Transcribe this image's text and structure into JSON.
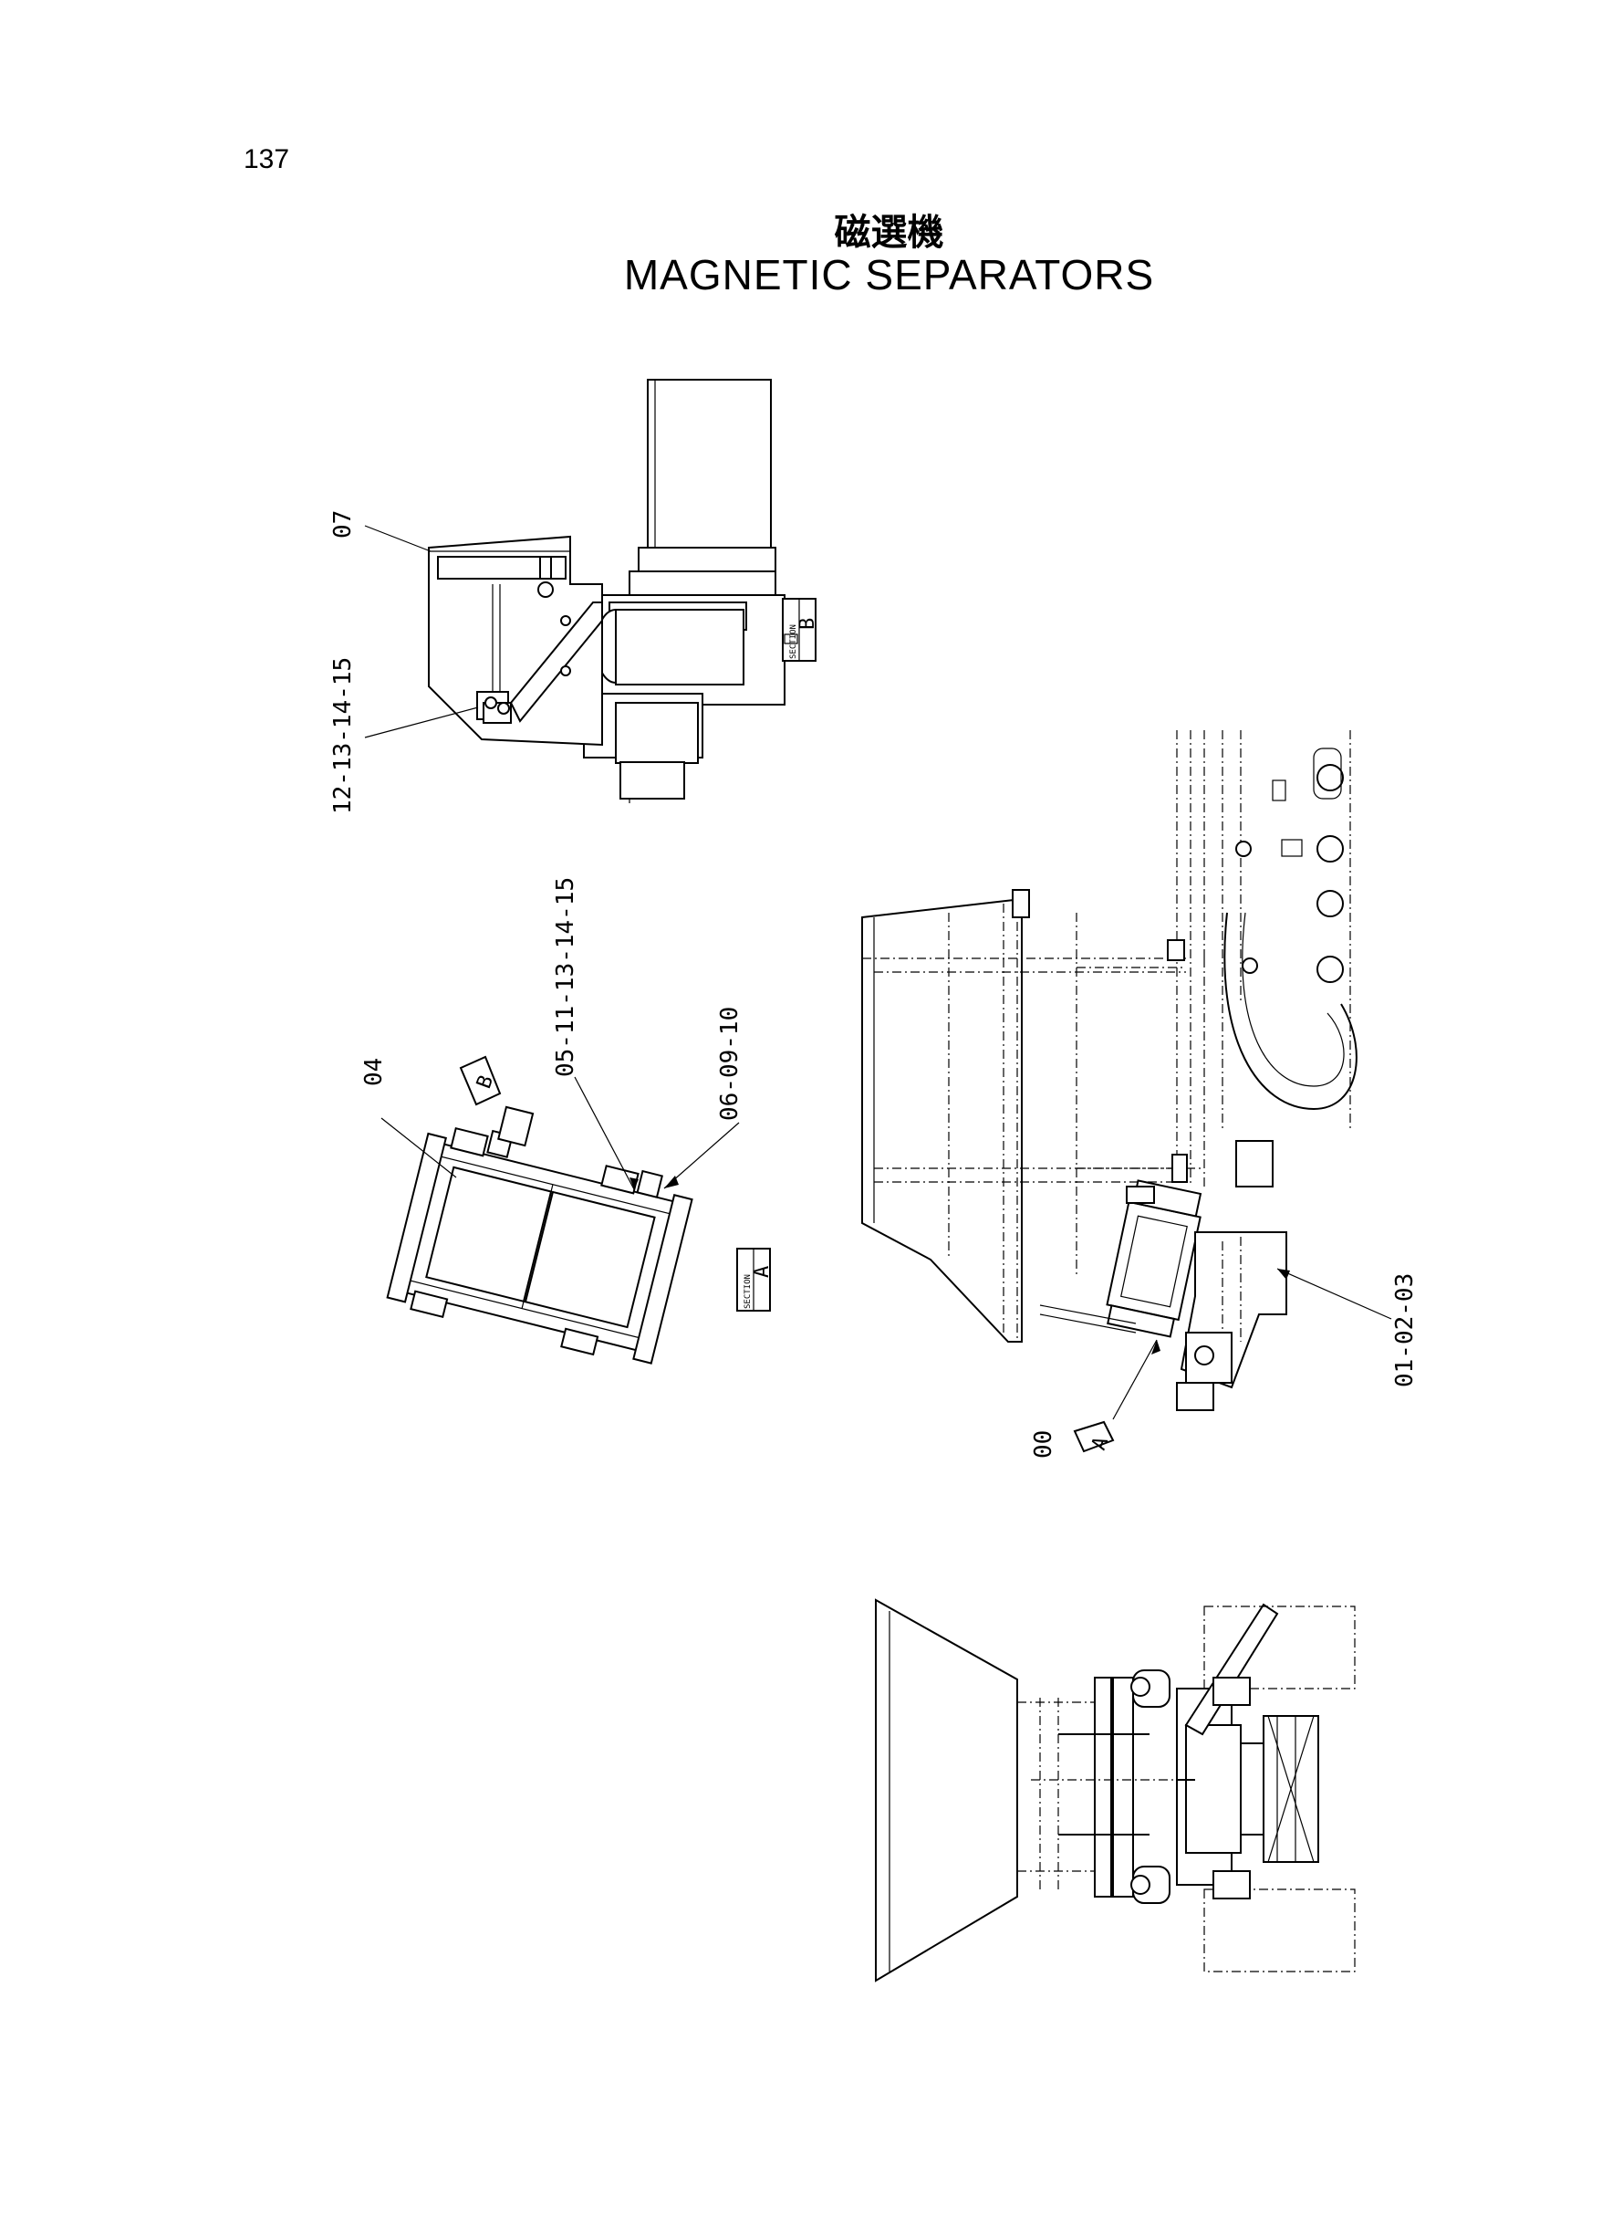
{
  "page_number": "137",
  "title_jp": "磁選機",
  "title_en": "MAGNETIC SEPARATORS",
  "callouts": {
    "c07": "07",
    "c12": "12-13-14-15",
    "c05": "05-11-13-14-15",
    "c06": "06-09-10",
    "c04": "04",
    "c01": "01-02-03",
    "c00": "00"
  },
  "sections": {
    "section_word": "SECTION",
    "section_mark_a": "A",
    "section_mark_b": "B",
    "arrow_a": "A",
    "arrow_b": "B"
  }
}
